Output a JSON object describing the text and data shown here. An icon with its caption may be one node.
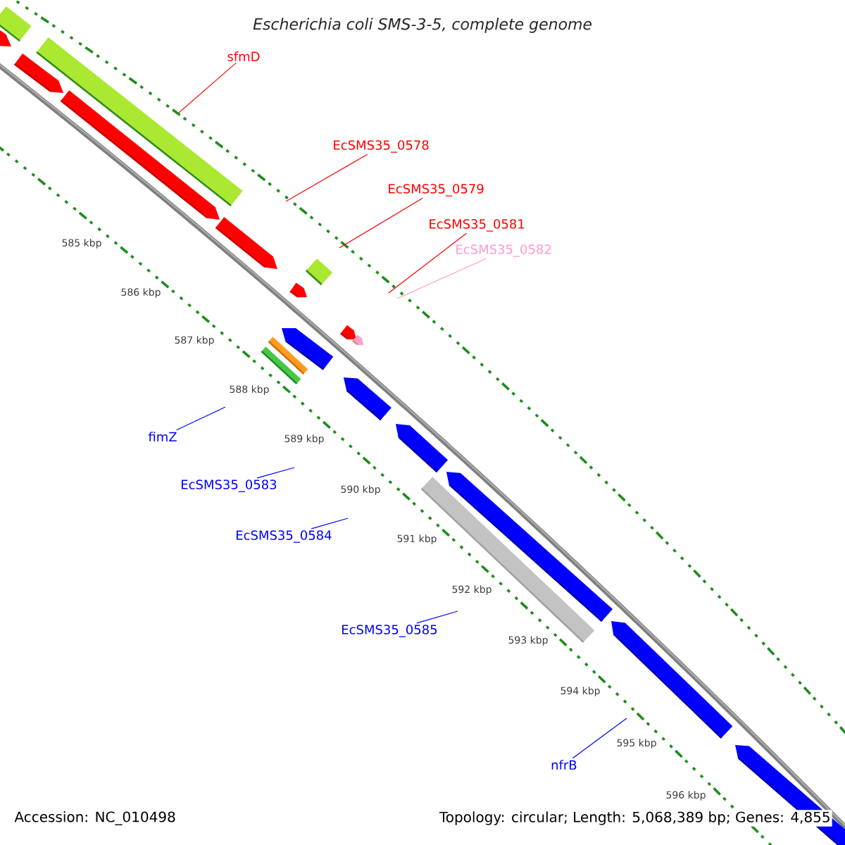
{
  "diagram": {
    "title": "Escherichia coli SMS-3-5, complete genome",
    "nodes": [
      {
        "text": [
          "sfmD"
        ]
      },
      {
        "text": [
          "EcSMS35_0578"
        ]
      },
      {
        "text": [
          "EcSMS35_0579"
        ]
      },
      {
        "text": [
          "EcSMS35_0581"
        ]
      },
      {
        "text": [
          "EcSMS35_0582"
        ]
      },
      {
        "text": [
          "fimZ"
        ]
      },
      {
        "text": [
          "EcSMS35_0583"
        ]
      },
      {
        "text": [
          "EcSMS35_0584"
        ]
      },
      {
        "text": [
          "EcSMS35_0585"
        ]
      },
      {
        "text": [
          "nfrB"
        ]
      }
    ],
    "edges": [
      {
        "from": 0,
        "to": null,
        "arrow": "none",
        "color": "#ff0000"
      },
      {
        "from": 1,
        "to": null,
        "arrow": "none",
        "color": "#ff0000"
      },
      {
        "from": 2,
        "to": null,
        "arrow": "none",
        "color": "#ff0000"
      },
      {
        "from": 3,
        "to": null,
        "arrow": "none",
        "color": "#ff0000"
      },
      {
        "from": 4,
        "to": null,
        "arrow": "none",
        "color": "#ff99cc"
      },
      {
        "from": 5,
        "to": null,
        "arrow": "none",
        "color": "#0000ff"
      },
      {
        "from": 6,
        "to": null,
        "arrow": "none",
        "color": "#0000ff"
      },
      {
        "from": 7,
        "to": null,
        "arrow": "none",
        "color": "#0000ff"
      },
      {
        "from": 8,
        "to": null,
        "arrow": "none",
        "color": "#0000ff"
      },
      {
        "from": 9,
        "to": null,
        "arrow": "none",
        "color": "#0000ff"
      }
    ],
    "labels": [
      "585 kbp",
      "586 kbp",
      "587 kbp",
      "588 kbp",
      "589 kbp",
      "590 kbp",
      "591 kbp",
      "592 kbp",
      "593 kbp",
      "594 kbp",
      "595 kbp",
      "596 kbp",
      "Accession: NC_010498",
      "Topology: circular; Length: 5,068,389 bp; Genes: 4,855"
    ]
  }
}
